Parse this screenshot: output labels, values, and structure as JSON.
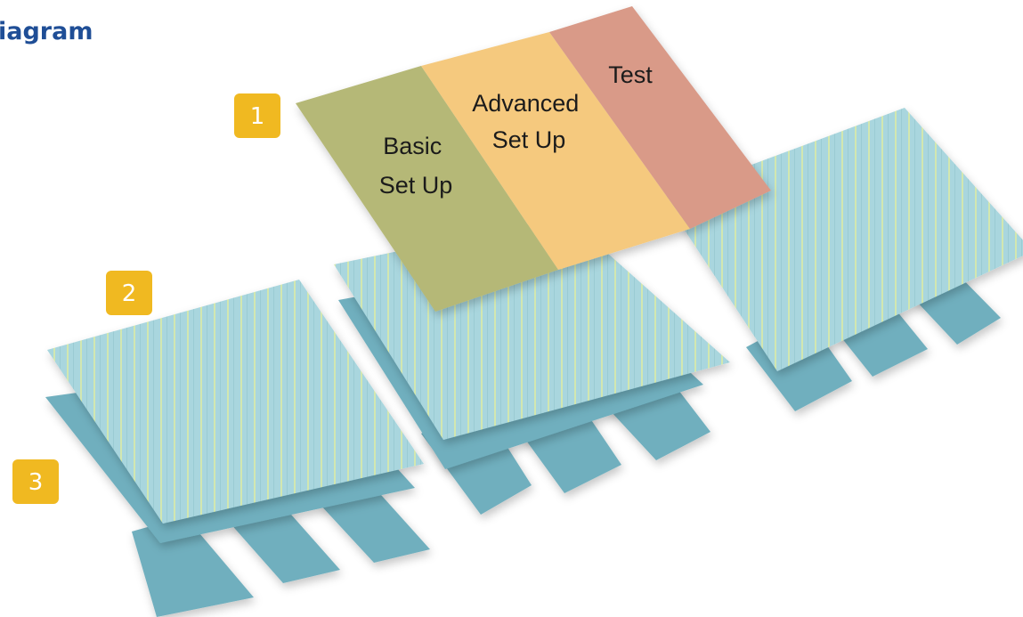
{
  "heading": "iagram",
  "badges": [
    "1",
    "2",
    "3"
  ],
  "phases": [
    {
      "lines": [
        "Basic",
        "Set Up"
      ],
      "color": "#b5b877"
    },
    {
      "lines": [
        "Advanced",
        "Set Up"
      ],
      "color": "#f5c97e"
    },
    {
      "lines": [
        "Test"
      ],
      "color": "#d99a88"
    }
  ],
  "colors": {
    "heading": "#1f4e96",
    "badge": "#f0b921",
    "layer_2": "#a9d6de",
    "layer_3": "#6fafbe",
    "stripe": "#d2e7b0"
  }
}
